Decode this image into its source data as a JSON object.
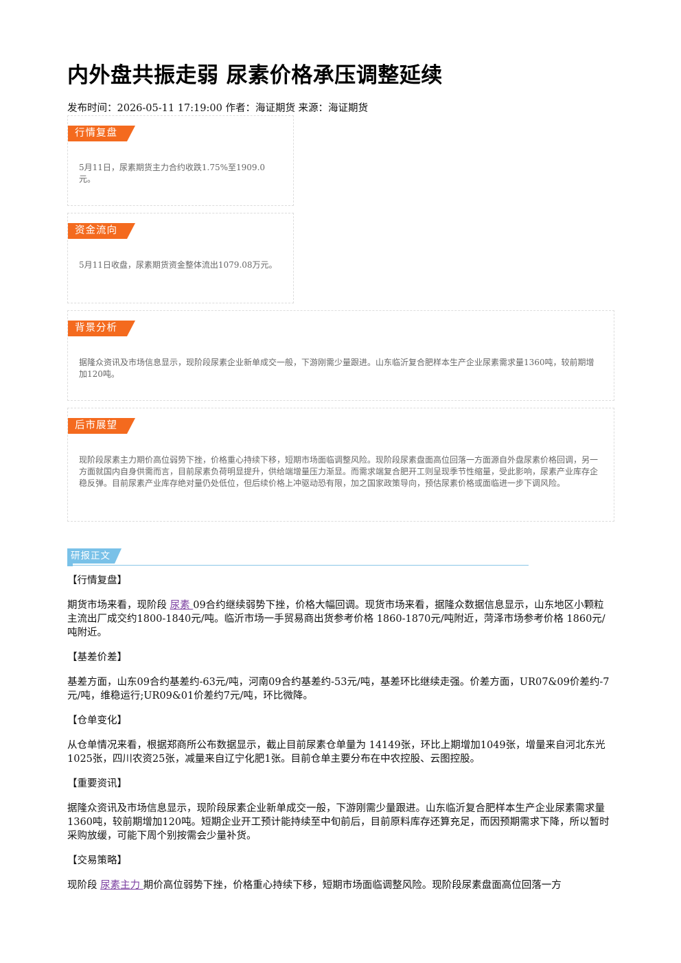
{
  "title": "内外盘共振走弱 尿素价格承压调整延续",
  "meta": "发布时间：2026-05-11 17:19:00 作者：海证期货 来源：海证期货",
  "cards": [
    {
      "tag": "行情复盘",
      "text": "5月11日，尿素期货主力合约收跌1.75%至1909.0元。"
    },
    {
      "tag": "资金流向",
      "text": "5月11日收盘，尿素期货资金整体流出1079.08万元。"
    },
    {
      "tag": "背景分析",
      "text": "据隆众资讯及市场信息显示，现阶段尿素企业新单成交一般，下游刚需少量跟进。山东临沂复合肥样本生产企业尿素需求量1360吨，较前期增加120吨。"
    },
    {
      "tag": "后市展望",
      "text": "现阶段尿素主力期价高位弱势下挫，价格重心持续下移，短期市场面临调整风险。现阶段尿素盘面高位回落一方面源自外盘尿素价格回调，另一方面就国内自身供需而言，目前尿素负荷明显提升，供给端增量压力渐显。而需求端复合肥开工则呈现季节性缩量，受此影响，尿素产业库存企稳反弹。目前尿素产业库存绝对量仍处低位，但后续价格上冲驱动恐有限，加之国家政策导向，预估尿素价格或面临进一步下调风险。"
    }
  ],
  "report": {
    "header": "研报正文",
    "s1_title": "【行情复盘】",
    "s1_pre": "期货市场来看，现阶段 ",
    "s1_link": "尿素 ",
    "s1_post": "09合约继续弱势下挫，价格大幅回调。现货市场来看，据隆众数据信息显示，山东地区小颗粒主流出厂成交约1800-1840元/吨。临沂市场一手贸易商出货参考价格 1860-1870元/吨附近，菏泽市场参考价格 1860元/吨附近。",
    "s2_title": "【基差价差】",
    "s2_text": "基差方面，山东09合约基差约-63元/吨，河南09合约基差约-53元/吨，基差环比继续走强。价差方面，UR07&09价差约-7元/吨，维稳运行;UR09&01价差约7元/吨，环比微降。",
    "s3_title": "【仓单变化】",
    "s3_text": "从仓单情况来看，根据郑商所公布数据显示，截止目前尿素仓单量为 14149张，环比上期增加1049张，增量来自河北东光1025张，四川农资25张，减量来自辽宁化肥1张。目前仓单主要分布在中农控股、云图控股。",
    "s4_title": "【重要资讯】",
    "s4_text": "据隆众资讯及市场信息显示，现阶段尿素企业新单成交一般，下游刚需少量跟进。山东临沂复合肥样本生产企业尿素需求量1360吨，较前期增加120吨。短期企业开工预计能持续至中旬前后，目前原料库存还算充足，而因预期需求下降，所以暂时采购放缓，可能下周个别按需会少量补货。",
    "s5_title": "【交易策略】",
    "s5_pre": "现阶段 ",
    "s5_link": "尿素主力 ",
    "s5_post": "期价高位弱势下挫，价格重心持续下移，短期市场面临调整风险。现阶段尿素盘面高位回落一方"
  }
}
